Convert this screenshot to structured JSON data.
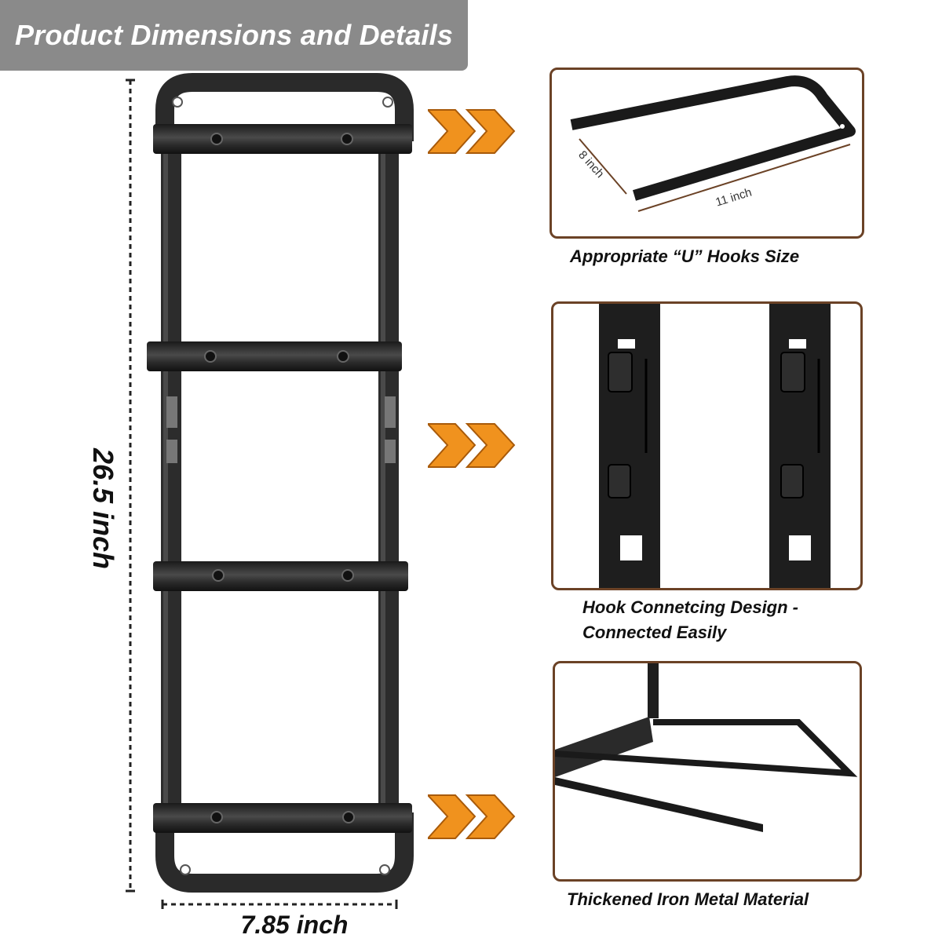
{
  "header": {
    "title": "Product Dimensions and Details"
  },
  "dimensions": {
    "height": "26.5 inch",
    "width": "7.85 inch"
  },
  "details": [
    {
      "caption": "Appropriate “U” Hooks Size",
      "measure_depth": "8 inch",
      "measure_length": "11 inch"
    },
    {
      "caption_line1": "Hook Connetcing Design -",
      "caption_line2": "Connected Easily"
    },
    {
      "caption": "Thickened Iron Metal Material"
    }
  ],
  "colors": {
    "accent_arrow": "#f0921e",
    "panel_border": "#6b4226",
    "banner": "#8a8a8a",
    "metal": "#2a2a2a"
  }
}
